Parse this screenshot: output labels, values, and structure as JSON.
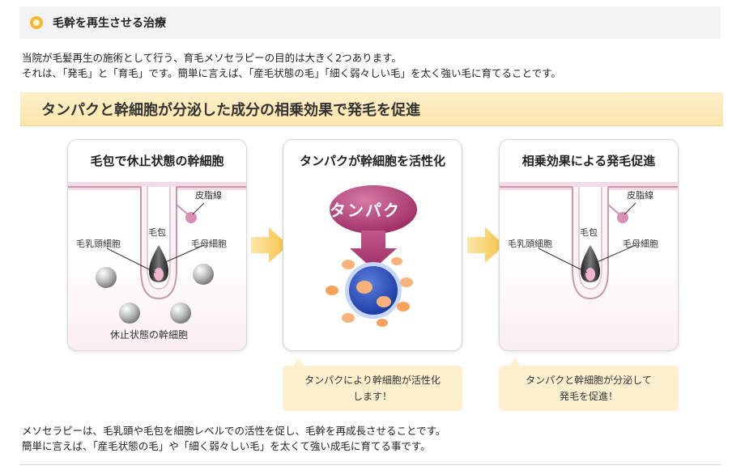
{
  "section": {
    "title": "毛幹を再生させる治療"
  },
  "intro": {
    "line1": "当院が毛髪再生の施術として行う、育毛メソセラピーの目的は大きく2つあります。",
    "line2": "それは、「発毛」と「育毛」です。簡単に言えば、「産毛状態の毛」「細く弱々しい毛」を太く強い毛に育てることです。"
  },
  "banner": {
    "text": "タンパクと幹細胞が分泌した成分の相乗効果で発毛を促進"
  },
  "panels": [
    {
      "title": "毛包で休止状態の幹細胞",
      "labels": {
        "sebaceous": "皮脂線",
        "follicle": "毛包",
        "papilla": "毛乳頭細胞",
        "matrix": "毛母細胞",
        "resting": "休止状態の幹細胞"
      }
    },
    {
      "title": "タンパクが幹細胞を活性化",
      "labels": {
        "protein": "タンパク"
      }
    },
    {
      "title": "相乗効果による発毛促進",
      "labels": {
        "sebaceous": "皮脂線",
        "follicle": "毛包",
        "papilla": "毛乳頭細胞",
        "matrix": "毛母細胞"
      }
    }
  ],
  "callouts": [
    {
      "line1": "タンパクにより幹細胞が活性化",
      "line2": "します！"
    },
    {
      "line1": "タンパクと幹細胞が分泌して",
      "line2": "発毛を促進！"
    }
  ],
  "outro": {
    "line1": "メソセラピーは、毛乳頭や毛包を細胞レベルでの活性を促し、毛幹を再成長させることです。",
    "line2": "簡単に言えば、「産毛状態の毛」や「細く弱々しい毛」を太くて強い成毛に育てる事です。"
  },
  "colors": {
    "accent": "#f5b731",
    "banner": "#fbe5ad",
    "callout": "#fdf0cf",
    "arrow": "#f6c245",
    "follicle_pink": "#e9c6d6",
    "protein": "#b5467d",
    "cell_blue": "#2f56c8",
    "orange": "#f7a15a"
  }
}
